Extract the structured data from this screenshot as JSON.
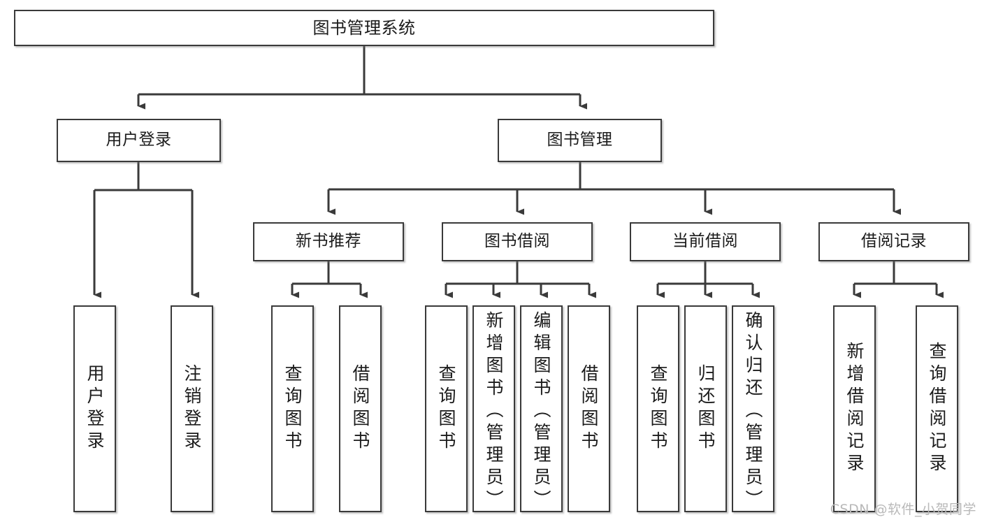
{
  "diagram": {
    "title": "图书管理系统",
    "type": "tree-hierarchy-functional-structure",
    "watermark": "CSDN @软件_小贺同学",
    "colors": {
      "background": "#ffffff",
      "node_border": "#3a3a3a",
      "node_fill": "#ffffff",
      "edge": "#3a3a3a",
      "text": "#1b1b1b",
      "watermark": "#b9b9b9"
    },
    "nodes": {
      "root": {
        "label": "图书管理系统"
      },
      "level2": [
        {
          "label": "用户登录"
        },
        {
          "label": "图书管理"
        }
      ],
      "level3": [
        {
          "label": "新书推荐"
        },
        {
          "label": "图书借阅"
        },
        {
          "label": "当前借阅"
        },
        {
          "label": "借阅记录"
        }
      ],
      "leaves_user_login": [
        {
          "label": "用户登录"
        },
        {
          "label": "注销登录"
        }
      ],
      "leaves_new_books": [
        {
          "label": "查询图书"
        },
        {
          "label": "借阅图书"
        }
      ],
      "leaves_borrow": [
        {
          "label": "查询图书"
        },
        {
          "label": "新增图书（管理员）"
        },
        {
          "label": "编辑图书（管理员）"
        },
        {
          "label": "借阅图书"
        }
      ],
      "leaves_current": [
        {
          "label": "查询图书"
        },
        {
          "label": "归还图书"
        },
        {
          "label": "确认归还（管理员）"
        }
      ],
      "leaves_records": [
        {
          "label": "新增借阅记录"
        },
        {
          "label": "查询借阅记录"
        }
      ]
    }
  }
}
